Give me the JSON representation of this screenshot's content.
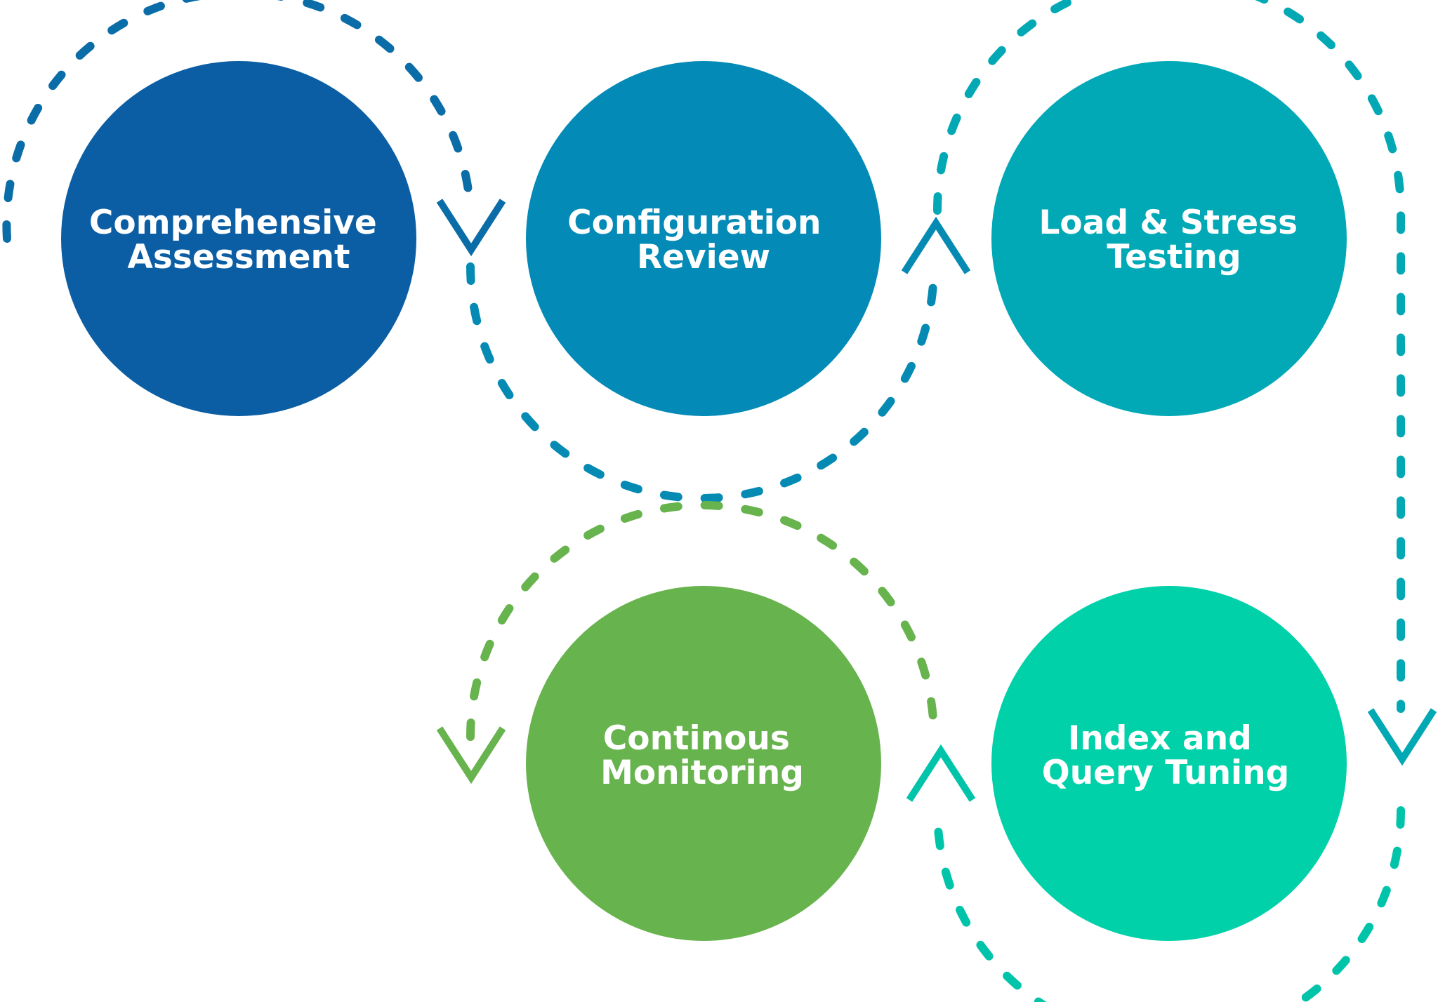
{
  "steps": [
    {
      "id": "comprehensive-assessment",
      "lines": [
        "Comprehensive",
        "Assessment"
      ],
      "color": "#0B5EA3"
    },
    {
      "id": "configuration-review",
      "lines": [
        "Configuration",
        "Review"
      ],
      "color": "#038AB6"
    },
    {
      "id": "load-stress-testing",
      "lines": [
        "Load & Stress",
        "Testing"
      ],
      "color": "#01A9B6"
    },
    {
      "id": "index-query-tuning",
      "lines": [
        "Index and",
        "Query Tuning"
      ],
      "color": "#00D1A9"
    },
    {
      "id": "continous-monitoring",
      "lines": [
        "Continous",
        "Monitoring"
      ],
      "color": "#67B34D"
    }
  ],
  "connector_colors": {
    "assessment_to_review": "#0B6DA8",
    "review_to_testing": "#058BB3",
    "testing_to_tuning": "#02A8B3",
    "tuning_to_monitoring": "#00C4AA",
    "monitoring_tail": "#67B34D"
  },
  "flow": "circular-cycle"
}
